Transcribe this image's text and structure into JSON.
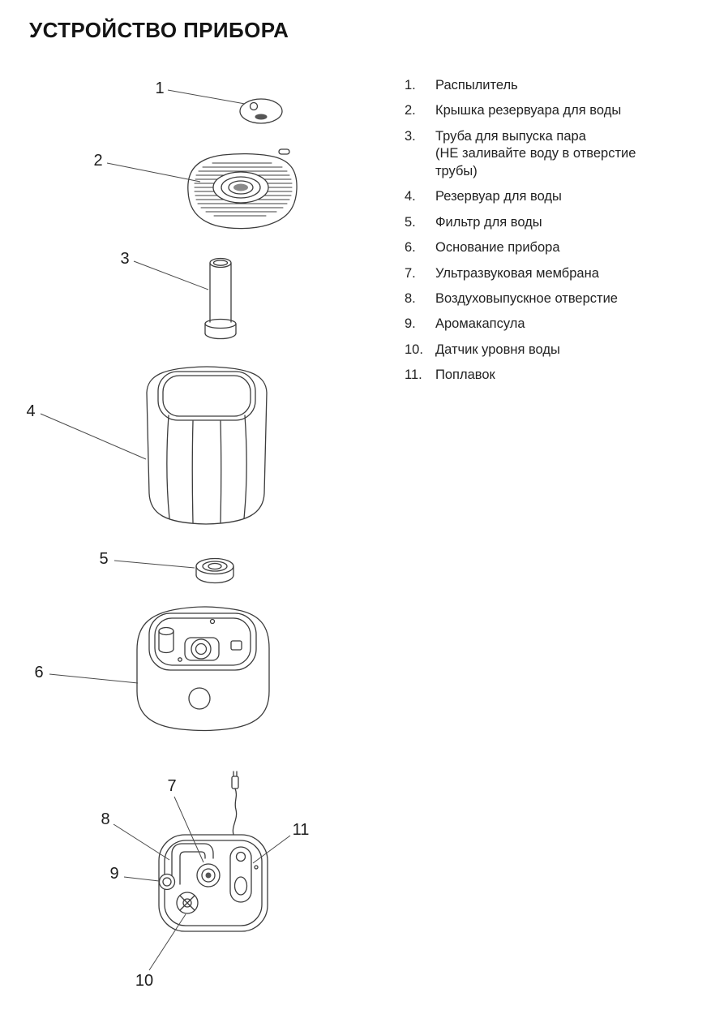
{
  "page": {
    "title": "УСТРОЙСТВО ПРИБОРА"
  },
  "legend": {
    "items": [
      {
        "num": "1.",
        "label": "Распылитель"
      },
      {
        "num": "2.",
        "label": "Крышка резервуара для воды"
      },
      {
        "num": "3.",
        "label": "Труба для выпуска пара",
        "note": "(НЕ заливайте воду в отверстие трубы)"
      },
      {
        "num": "4.",
        "label": "Резервуар для воды"
      },
      {
        "num": "5.",
        "label": "Фильтр для воды"
      },
      {
        "num": "6.",
        "label": "Основание прибора"
      },
      {
        "num": "7.",
        "label": "Ультразвуковая мембрана"
      },
      {
        "num": "8.",
        "label": "Воздуховыпускное отверстие"
      },
      {
        "num": "9.",
        "label": "Аромакапсула"
      },
      {
        "num": "10.",
        "label": "Датчик уровня воды"
      },
      {
        "num": "11.",
        "label": "Поплавок"
      }
    ]
  },
  "callouts": {
    "n1": "1",
    "n2": "2",
    "n3": "3",
    "n4": "4",
    "n5": "5",
    "n6": "6",
    "n7": "7",
    "n8": "8",
    "n9": "9",
    "n10": "10",
    "n11": "11"
  },
  "colors": {
    "line": "#3c3c3c",
    "text": "#1c1c1c",
    "background": "#ffffff"
  }
}
